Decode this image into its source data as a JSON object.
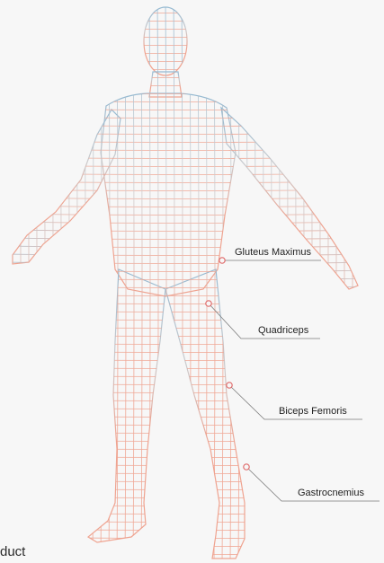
{
  "figure": {
    "mesh_gradient": {
      "top_color": "#8fb6d0",
      "mid_color": "#c9c9cb",
      "bottom_color": "#ef9f8b"
    },
    "callout_color": "#e06c6c",
    "line_color": "#7a7a7a"
  },
  "callouts": [
    {
      "label": "Gluteus Maximus"
    },
    {
      "label": "Quadriceps"
    },
    {
      "label": "Biceps Femoris"
    },
    {
      "label": "Gastrocnemius"
    }
  ],
  "footer": {
    "text": "duct"
  }
}
